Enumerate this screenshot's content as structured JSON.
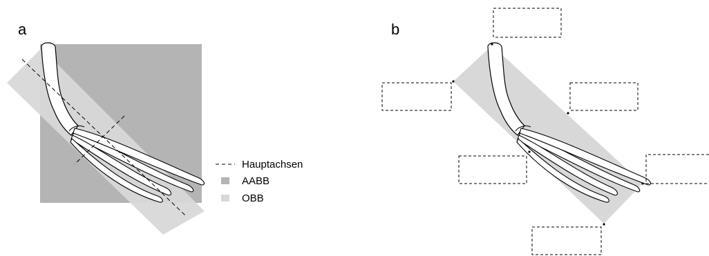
{
  "panels": {
    "a": {
      "label": "a"
    },
    "b": {
      "label": "b"
    }
  },
  "legend": {
    "axes_label": "Hauptachsen",
    "aabb_label": "AABB",
    "obb_label": "OBB"
  },
  "colors": {
    "aabb": "#b4b4b4",
    "obb": "#d8d8d8",
    "outline": "#000000",
    "object_fill": "#ffffff"
  }
}
